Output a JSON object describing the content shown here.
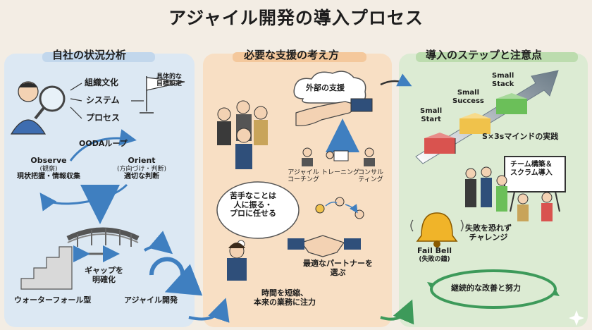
{
  "title": "アジャイル開発の導入プロセス",
  "sections": {
    "analysis": {
      "title": "自社の状況分析",
      "items": [
        "組織文化",
        "システム",
        "プロセス"
      ],
      "flag": [
        "具体的な",
        "目標設定"
      ],
      "ooda": "OODAループ",
      "observe": {
        "title": "Observe",
        "sub": "(観察)",
        "desc": "現状把握・情報収集"
      },
      "orient": {
        "title": "Orient",
        "sub": "(方向づけ・判断)",
        "desc": "適切な判断"
      },
      "gap": [
        "ギャップを",
        "明確化"
      ],
      "waterfall": "ウォーターフォール型",
      "agile": "アジャイル開発"
    },
    "support": {
      "title": "必要な支援の考え方",
      "external": "外部の支援",
      "roles": [
        {
          "lines": [
            "アジャイル",
            "コーチング"
          ]
        },
        {
          "lines": [
            "トレーニング"
          ]
        },
        {
          "lines": [
            "コンサル",
            "ティング"
          ]
        }
      ],
      "delegate": [
        "苦手なことは",
        "人に振る・",
        "プロに任せる"
      ],
      "partner": [
        "最適なパートナーを",
        "選ぶ"
      ],
      "time": [
        "時間を短縮、",
        "本来の業務に注力"
      ]
    },
    "steps": {
      "title": "導入のステップと注意点",
      "blocks": [
        {
          "lines": [
            "Small",
            "Start"
          ],
          "color": "#d9534f"
        },
        {
          "lines": [
            "Small",
            "Success"
          ],
          "color": "#f0c24b"
        },
        {
          "lines": [
            "Small",
            "Stack"
          ],
          "color": "#6bbf59"
        }
      ],
      "mindset": "S×3sマインドの実践",
      "board": [
        "チーム構築＆",
        "スクラム導入"
      ],
      "bell": {
        "title": "Fail Bell",
        "sub": "(失敗の鐘)"
      },
      "challenge": [
        "失敗を恐れず",
        "チャレンジ"
      ],
      "improve": "継続的な改善と努力"
    }
  },
  "colors": {
    "panel1": "#dce8f3",
    "panel2": "#f8dfc4",
    "panel3": "#dcebd3",
    "arrow": "#3f7fc0"
  }
}
